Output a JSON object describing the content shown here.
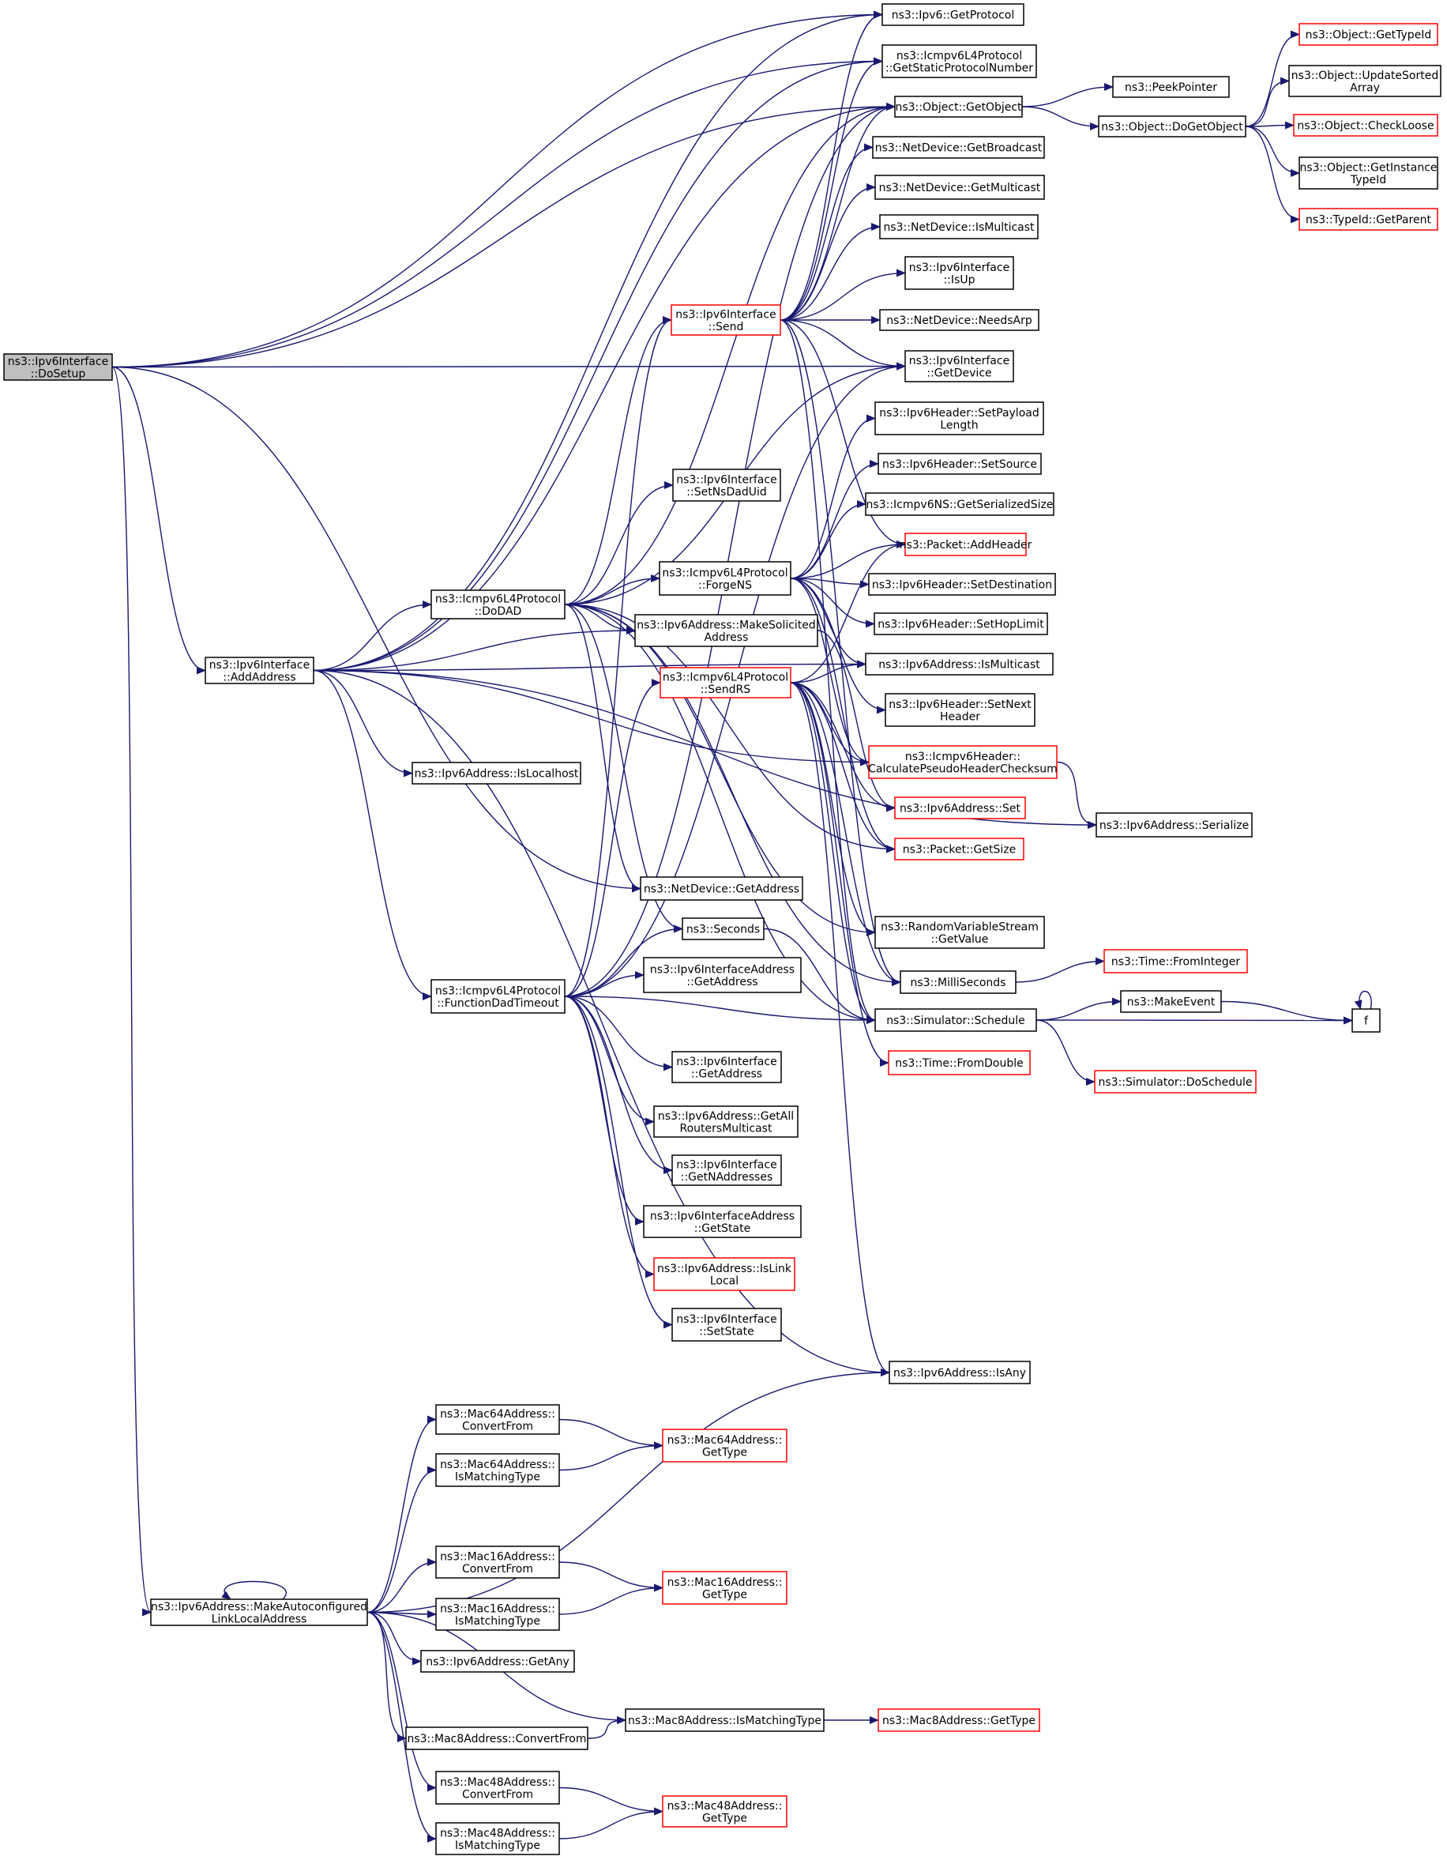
{
  "colors": {
    "edge": "#191970",
    "root_fill": "#bfbfbf",
    "node_fill": "#ffffff",
    "node_border": "#000000",
    "truncated_border": "#ff0000"
  },
  "nodes": [
    {
      "id": "doSetup",
      "lines": [
        "ns3::Ipv6Interface",
        "::DoSetup"
      ],
      "kind": "root"
    },
    {
      "id": "addAddress",
      "lines": [
        "ns3::Ipv6Interface",
        "::AddAddress"
      ],
      "kind": "normal"
    },
    {
      "id": "makeAuto",
      "lines": [
        "ns3::Ipv6Address::MakeAutoconfigured",
        "LinkLocalAddress"
      ],
      "kind": "normal"
    },
    {
      "id": "getProtocol",
      "lines": [
        "ns3::Ipv6::GetProtocol"
      ],
      "kind": "normal"
    },
    {
      "id": "getStatic",
      "lines": [
        "ns3::Icmpv6L4Protocol",
        "::GetStaticProtocolNumber"
      ],
      "kind": "normal"
    },
    {
      "id": "getObject",
      "lines": [
        "ns3::Object::GetObject"
      ],
      "kind": "normal"
    },
    {
      "id": "getBroadcast",
      "lines": [
        "ns3::NetDevice::GetBroadcast"
      ],
      "kind": "normal"
    },
    {
      "id": "getMulticast",
      "lines": [
        "ns3::NetDevice::GetMulticast"
      ],
      "kind": "normal"
    },
    {
      "id": "isMulticastDev",
      "lines": [
        "ns3::NetDevice::IsMulticast"
      ],
      "kind": "normal"
    },
    {
      "id": "ifIsUp",
      "lines": [
        "ns3::Ipv6Interface",
        "::IsUp"
      ],
      "kind": "normal"
    },
    {
      "id": "send",
      "lines": [
        "ns3::Ipv6Interface",
        "::Send"
      ],
      "kind": "truncated"
    },
    {
      "id": "needsArp",
      "lines": [
        "ns3::NetDevice::NeedsArp"
      ],
      "kind": "normal"
    },
    {
      "id": "getDevice",
      "lines": [
        "ns3::Ipv6Interface",
        "::GetDevice"
      ],
      "kind": "normal"
    },
    {
      "id": "setPayload",
      "lines": [
        "ns3::Ipv6Header::SetPayload",
        "Length"
      ],
      "kind": "normal"
    },
    {
      "id": "setSource",
      "lines": [
        "ns3::Ipv6Header::SetSource"
      ],
      "kind": "normal"
    },
    {
      "id": "setNsDadUid",
      "lines": [
        "ns3::Ipv6Interface",
        "::SetNsDadUid"
      ],
      "kind": "normal"
    },
    {
      "id": "icmpNsSize",
      "lines": [
        "ns3::Icmpv6NS::GetSerializedSize"
      ],
      "kind": "normal"
    },
    {
      "id": "addHeader",
      "lines": [
        "ns3::Packet::AddHeader"
      ],
      "kind": "truncated"
    },
    {
      "id": "forgeNS",
      "lines": [
        "ns3::Icmpv6L4Protocol",
        "::ForgeNS"
      ],
      "kind": "normal"
    },
    {
      "id": "setDest",
      "lines": [
        "ns3::Ipv6Header::SetDestination"
      ],
      "kind": "normal"
    },
    {
      "id": "doDAD",
      "lines": [
        "ns3::Icmpv6L4Protocol",
        "::DoDAD"
      ],
      "kind": "normal"
    },
    {
      "id": "makeSolicited",
      "lines": [
        "ns3::Ipv6Address::MakeSolicited",
        "Address"
      ],
      "kind": "normal"
    },
    {
      "id": "setHopLimit",
      "lines": [
        "ns3::Ipv6Header::SetHopLimit"
      ],
      "kind": "normal"
    },
    {
      "id": "addrIsMulticast",
      "lines": [
        "ns3::Ipv6Address::IsMulticast"
      ],
      "kind": "normal"
    },
    {
      "id": "sendRS",
      "lines": [
        "ns3::Icmpv6L4Protocol",
        "::SendRS"
      ],
      "kind": "truncated"
    },
    {
      "id": "setNext",
      "lines": [
        "ns3::Ipv6Header::SetNext",
        "Header"
      ],
      "kind": "normal"
    },
    {
      "id": "calcPseudo",
      "lines": [
        "ns3::Icmpv6Header::",
        "CalculatePseudoHeaderChecksum"
      ],
      "kind": "truncated"
    },
    {
      "id": "isLocalhost",
      "lines": [
        "ns3::Ipv6Address::IsLocalhost"
      ],
      "kind": "normal"
    },
    {
      "id": "addrSet",
      "lines": [
        "ns3::Ipv6Address::Set"
      ],
      "kind": "truncated"
    },
    {
      "id": "serialize",
      "lines": [
        "ns3::Ipv6Address::Serialize"
      ],
      "kind": "normal"
    },
    {
      "id": "getSize",
      "lines": [
        "ns3::Packet::GetSize"
      ],
      "kind": "truncated"
    },
    {
      "id": "ndGetAddress",
      "lines": [
        "ns3::NetDevice::GetAddress"
      ],
      "kind": "normal"
    },
    {
      "id": "rvsGetValue",
      "lines": [
        "ns3::RandomVariableStream",
        "::GetValue"
      ],
      "kind": "normal"
    },
    {
      "id": "seconds",
      "lines": [
        "ns3::Seconds"
      ],
      "kind": "normal"
    },
    {
      "id": "timeFromInt",
      "lines": [
        "ns3::Time::FromInteger"
      ],
      "kind": "truncated"
    },
    {
      "id": "ifaGetAddress",
      "lines": [
        "ns3::Ipv6InterfaceAddress",
        "::GetAddress"
      ],
      "kind": "normal"
    },
    {
      "id": "milliSeconds",
      "lines": [
        "ns3::MilliSeconds"
      ],
      "kind": "normal"
    },
    {
      "id": "funcDad",
      "lines": [
        "ns3::Icmpv6L4Protocol",
        "::FunctionDadTimeout"
      ],
      "kind": "normal"
    },
    {
      "id": "schedule",
      "lines": [
        "ns3::Simulator::Schedule"
      ],
      "kind": "normal"
    },
    {
      "id": "makeEvent",
      "lines": [
        "ns3::MakeEvent"
      ],
      "kind": "normal"
    },
    {
      "id": "f",
      "lines": [
        "f"
      ],
      "kind": "normal"
    },
    {
      "id": "timeFromDouble",
      "lines": [
        "ns3::Time::FromDouble"
      ],
      "kind": "truncated"
    },
    {
      "id": "ifGetAddress",
      "lines": [
        "ns3::Ipv6Interface",
        "::GetAddress"
      ],
      "kind": "normal"
    },
    {
      "id": "doSchedule",
      "lines": [
        "ns3::Simulator::DoSchedule"
      ],
      "kind": "truncated"
    },
    {
      "id": "getAllRouters",
      "lines": [
        "ns3::Ipv6Address::GetAll",
        "RoutersMulticast"
      ],
      "kind": "normal"
    },
    {
      "id": "getNAddr",
      "lines": [
        "ns3::Ipv6Interface",
        "::GetNAddresses"
      ],
      "kind": "normal"
    },
    {
      "id": "ifaGetState",
      "lines": [
        "ns3::Ipv6InterfaceAddress",
        "::GetState"
      ],
      "kind": "normal"
    },
    {
      "id": "isLinkLocal",
      "lines": [
        "ns3::Ipv6Address::IsLink",
        "Local"
      ],
      "kind": "truncated"
    },
    {
      "id": "ifSetState",
      "lines": [
        "ns3::Ipv6Interface",
        "::SetState"
      ],
      "kind": "normal"
    },
    {
      "id": "isAny",
      "lines": [
        "ns3::Ipv6Address::IsAny"
      ],
      "kind": "normal"
    },
    {
      "id": "peekPointer",
      "lines": [
        "ns3::PeekPointer"
      ],
      "kind": "normal"
    },
    {
      "id": "doGetObject",
      "lines": [
        "ns3::Object::DoGetObject"
      ],
      "kind": "normal"
    },
    {
      "id": "getTypeId",
      "lines": [
        "ns3::Object::GetTypeId"
      ],
      "kind": "truncated"
    },
    {
      "id": "updateSorted",
      "lines": [
        "ns3::Object::UpdateSorted",
        "Array"
      ],
      "kind": "normal"
    },
    {
      "id": "checkLoose",
      "lines": [
        "ns3::Object::CheckLoose"
      ],
      "kind": "truncated"
    },
    {
      "id": "getInstTypeId",
      "lines": [
        "ns3::Object::GetInstance",
        "TypeId"
      ],
      "kind": "normal"
    },
    {
      "id": "typeIdGetParent",
      "lines": [
        "ns3::TypeId::GetParent"
      ],
      "kind": "truncated"
    },
    {
      "id": "mac64Convert",
      "lines": [
        "ns3::Mac64Address::",
        "ConvertFrom"
      ],
      "kind": "normal"
    },
    {
      "id": "mac64IsMatch",
      "lines": [
        "ns3::Mac64Address::",
        "IsMatchingType"
      ],
      "kind": "normal"
    },
    {
      "id": "mac64GetType",
      "lines": [
        "ns3::Mac64Address::",
        "GetType"
      ],
      "kind": "truncated"
    },
    {
      "id": "mac16Convert",
      "lines": [
        "ns3::Mac16Address::",
        "ConvertFrom"
      ],
      "kind": "normal"
    },
    {
      "id": "mac16IsMatch",
      "lines": [
        "ns3::Mac16Address::",
        "IsMatchingType"
      ],
      "kind": "normal"
    },
    {
      "id": "mac16GetType",
      "lines": [
        "ns3::Mac16Address::",
        "GetType"
      ],
      "kind": "truncated"
    },
    {
      "id": "getAny",
      "lines": [
        "ns3::Ipv6Address::GetAny"
      ],
      "kind": "normal"
    },
    {
      "id": "mac8IsMatch",
      "lines": [
        "ns3::Mac8Address::IsMatchingType"
      ],
      "kind": "normal"
    },
    {
      "id": "mac8GetType",
      "lines": [
        "ns3::Mac8Address::GetType"
      ],
      "kind": "truncated"
    },
    {
      "id": "mac8Convert",
      "lines": [
        "ns3::Mac8Address::ConvertFrom"
      ],
      "kind": "normal"
    },
    {
      "id": "mac48Convert",
      "lines": [
        "ns3::Mac48Address::",
        "ConvertFrom"
      ],
      "kind": "normal"
    },
    {
      "id": "mac48GetType",
      "lines": [
        "ns3::Mac48Address::",
        "GetType"
      ],
      "kind": "truncated"
    },
    {
      "id": "mac48IsMatch",
      "lines": [
        "ns3::Mac48Address::",
        "IsMatchingType"
      ],
      "kind": "normal"
    }
  ],
  "edges": [
    [
      "doSetup",
      "getProtocol"
    ],
    [
      "doSetup",
      "getStatic"
    ],
    [
      "doSetup",
      "getObject"
    ],
    [
      "doSetup",
      "getDevice"
    ],
    [
      "doSetup",
      "addAddress"
    ],
    [
      "doSetup",
      "ndGetAddress"
    ],
    [
      "doSetup",
      "makeAuto"
    ],
    [
      "addAddress",
      "getProtocol"
    ],
    [
      "addAddress",
      "getStatic"
    ],
    [
      "addAddress",
      "getObject"
    ],
    [
      "addAddress",
      "doDAD"
    ],
    [
      "addAddress",
      "makeSolicited"
    ],
    [
      "addAddress",
      "isLocalhost"
    ],
    [
      "addAddress",
      "funcDad"
    ],
    [
      "addAddress",
      "isAny"
    ],
    [
      "addAddress",
      "addrIsMulticast"
    ],
    [
      "addAddress",
      "calcPseudo"
    ],
    [
      "addAddress",
      "serialize"
    ],
    [
      "doDAD",
      "send"
    ],
    [
      "doDAD",
      "setNsDadUid"
    ],
    [
      "doDAD",
      "forgeNS"
    ],
    [
      "doDAD",
      "makeSolicited"
    ],
    [
      "doDAD",
      "getDevice"
    ],
    [
      "doDAD",
      "getObject"
    ],
    [
      "doDAD",
      "ndGetAddress"
    ],
    [
      "doDAD",
      "seconds"
    ],
    [
      "doDAD",
      "rvsGetValue"
    ],
    [
      "doDAD",
      "schedule"
    ],
    [
      "doDAD",
      "milliSeconds"
    ],
    [
      "doDAD",
      "getSize"
    ],
    [
      "funcDad",
      "sendRS"
    ],
    [
      "funcDad",
      "send"
    ],
    [
      "funcDad",
      "seconds"
    ],
    [
      "funcDad",
      "ifaGetAddress"
    ],
    [
      "funcDad",
      "schedule"
    ],
    [
      "funcDad",
      "ifGetAddress"
    ],
    [
      "funcDad",
      "getAllRouters"
    ],
    [
      "funcDad",
      "getNAddr"
    ],
    [
      "funcDad",
      "ifaGetState"
    ],
    [
      "funcDad",
      "isLinkLocal"
    ],
    [
      "funcDad",
      "ifSetState"
    ],
    [
      "funcDad",
      "getDevice"
    ],
    [
      "funcDad",
      "getObject"
    ],
    [
      "send",
      "getProtocol"
    ],
    [
      "send",
      "getStatic"
    ],
    [
      "send",
      "getObject"
    ],
    [
      "send",
      "getBroadcast"
    ],
    [
      "send",
      "getMulticast"
    ],
    [
      "send",
      "isMulticastDev"
    ],
    [
      "send",
      "ifIsUp"
    ],
    [
      "send",
      "needsArp"
    ],
    [
      "send",
      "getDevice"
    ],
    [
      "send",
      "addHeader"
    ],
    [
      "send",
      "schedule"
    ],
    [
      "send",
      "milliSeconds"
    ],
    [
      "forgeNS",
      "setPayload"
    ],
    [
      "forgeNS",
      "setSource"
    ],
    [
      "forgeNS",
      "icmpNsSize"
    ],
    [
      "forgeNS",
      "addHeader"
    ],
    [
      "forgeNS",
      "setDest"
    ],
    [
      "forgeNS",
      "setHopLimit"
    ],
    [
      "forgeNS",
      "setNext"
    ],
    [
      "forgeNS",
      "calcPseudo"
    ],
    [
      "forgeNS",
      "getSize"
    ],
    [
      "forgeNS",
      "addrIsMulticast"
    ],
    [
      "sendRS",
      "addrIsMulticast"
    ],
    [
      "sendRS",
      "addHeader"
    ],
    [
      "sendRS",
      "calcPseudo"
    ],
    [
      "sendRS",
      "addrSet"
    ],
    [
      "sendRS",
      "getSize"
    ],
    [
      "sendRS",
      "rvsGetValue"
    ],
    [
      "sendRS",
      "milliSeconds"
    ],
    [
      "sendRS",
      "schedule"
    ],
    [
      "sendRS",
      "timeFromDouble"
    ],
    [
      "sendRS",
      "isAny"
    ],
    [
      "makeSolicited",
      "addrSet"
    ],
    [
      "calcPseudo",
      "serialize"
    ],
    [
      "seconds",
      "schedule"
    ],
    [
      "milliSeconds",
      "timeFromInt"
    ],
    [
      "schedule",
      "makeEvent"
    ],
    [
      "schedule",
      "f"
    ],
    [
      "schedule",
      "doSchedule"
    ],
    [
      "makeEvent",
      "f"
    ],
    [
      "f",
      "f"
    ],
    [
      "getObject",
      "peekPointer"
    ],
    [
      "getObject",
      "doGetObject"
    ],
    [
      "doGetObject",
      "getTypeId"
    ],
    [
      "doGetObject",
      "updateSorted"
    ],
    [
      "doGetObject",
      "checkLoose"
    ],
    [
      "doGetObject",
      "getInstTypeId"
    ],
    [
      "doGetObject",
      "typeIdGetParent"
    ],
    [
      "makeAuto",
      "makeAuto"
    ],
    [
      "makeAuto",
      "mac64Convert"
    ],
    [
      "makeAuto",
      "mac64IsMatch"
    ],
    [
      "makeAuto",
      "mac16Convert"
    ],
    [
      "makeAuto",
      "mac16IsMatch"
    ],
    [
      "makeAuto",
      "getAny"
    ],
    [
      "makeAuto",
      "mac8IsMatch"
    ],
    [
      "makeAuto",
      "mac8Convert"
    ],
    [
      "makeAuto",
      "mac48Convert"
    ],
    [
      "makeAuto",
      "mac48IsMatch"
    ],
    [
      "makeAuto",
      "isAny"
    ],
    [
      "mac64Convert",
      "mac64GetType"
    ],
    [
      "mac64IsMatch",
      "mac64GetType"
    ],
    [
      "mac16Convert",
      "mac16GetType"
    ],
    [
      "mac16IsMatch",
      "mac16GetType"
    ],
    [
      "mac8Convert",
      "mac8IsMatch"
    ],
    [
      "mac8IsMatch",
      "mac8GetType"
    ],
    [
      "mac48Convert",
      "mac48GetType"
    ],
    [
      "mac48IsMatch",
      "mac48GetType"
    ]
  ]
}
